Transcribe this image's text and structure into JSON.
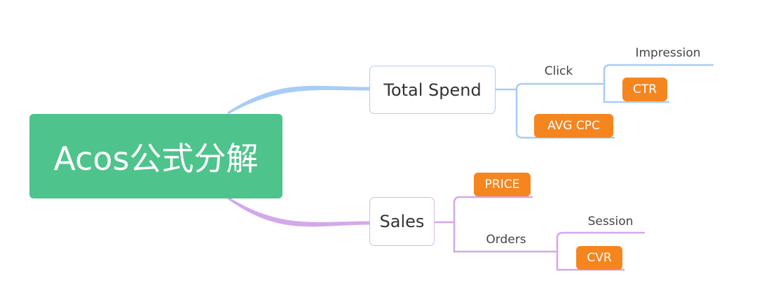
{
  "root": {
    "label": "Acos公式分解",
    "color": "#4fc38c"
  },
  "branches": {
    "total_spend": {
      "label": "Total Spend",
      "color": "#a7cdf7",
      "click": "Click",
      "impression": "Impression",
      "ctr": "CTR",
      "avg_cpc": "AVG CPC"
    },
    "sales": {
      "label": "Sales",
      "color": "#d3a8ec",
      "price": "PRICE",
      "orders": "Orders",
      "session": "Session",
      "cvr": "CVR"
    }
  },
  "tag_color": "#f5851f"
}
